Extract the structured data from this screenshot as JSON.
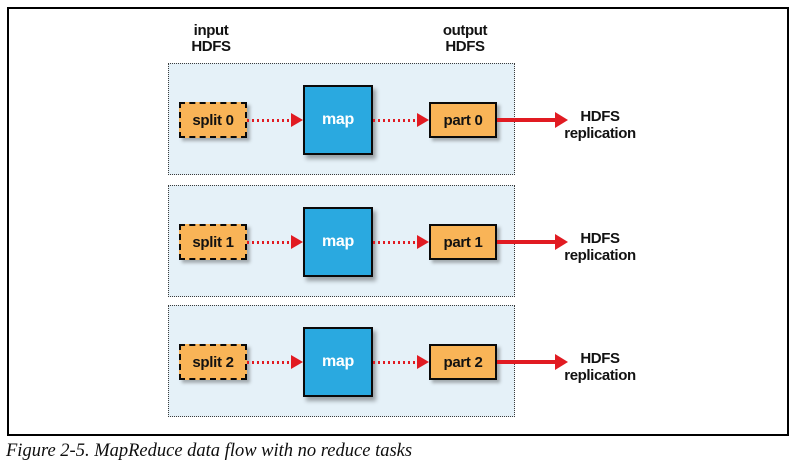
{
  "figure": {
    "caption": "Figure 2-5. MapReduce data flow with no reduce tasks"
  },
  "diagram": {
    "columns": {
      "input": {
        "line1": "input",
        "line2": "HDFS"
      },
      "output": {
        "line1": "output",
        "line2": "HDFS"
      }
    },
    "rows": [
      {
        "split": "split 0",
        "map": "map",
        "part": "part 0",
        "out1": "HDFS",
        "out2": "replication"
      },
      {
        "split": "split 1",
        "map": "map",
        "part": "part 1",
        "out1": "HDFS",
        "out2": "replication"
      },
      {
        "split": "split 2",
        "map": "map",
        "part": "part 2",
        "out1": "HDFS",
        "out2": "replication"
      }
    ],
    "colors": {
      "split_fill": "#F9B457",
      "part_fill": "#F9B457",
      "map_fill": "#2AA9E0",
      "arrow_red": "#E11B22",
      "panel_bg": "#E5F1F8"
    }
  }
}
